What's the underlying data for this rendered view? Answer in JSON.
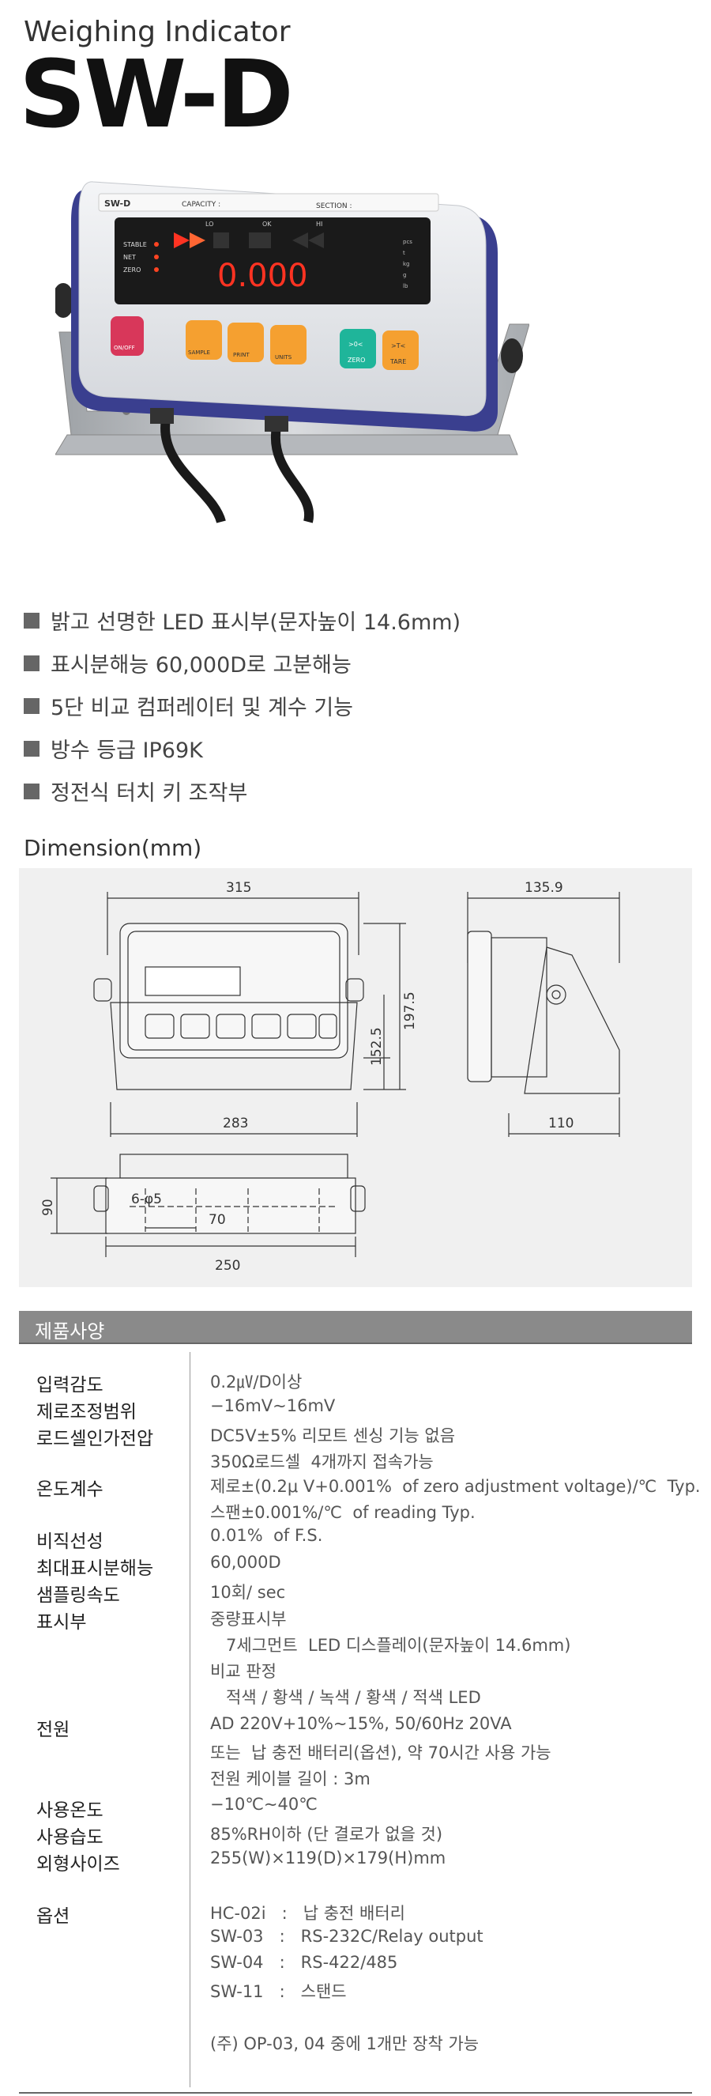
{
  "header": {
    "subtitle": "Weighing Indicator",
    "model": "SW-D"
  },
  "device": {
    "model_label": "SW-D",
    "capacity_label": "CAPACITY :",
    "section_label": "SECTION :",
    "status_labels": [
      "STABLE",
      "NET",
      "ZERO"
    ],
    "compare_labels": [
      "LO",
      "OK",
      "HI"
    ],
    "display_value": "0.000",
    "unit_labels": [
      "pcs",
      "t",
      "kg",
      "g",
      "lb"
    ],
    "keys": {
      "onoff": "ON/OFF",
      "sample": "SAMPLE",
      "print": "PRINT",
      "units": "UNITS",
      "zero_symbol": ">0<",
      "zero": "ZERO",
      "tare_symbol": ">T<",
      "tare": "TARE"
    },
    "colors": {
      "body": "#e9ebef",
      "frame": "#3a3f8f",
      "display": "#1a1a1a",
      "digits": "#ff3322",
      "onoff": "#d8375a",
      "orange": "#f5a030",
      "teal": "#1fb59a",
      "steel": "#bfc2c6"
    }
  },
  "features": [
    "밝고 선명한 LED 표시부(문자높이 14.6mm)",
    "표시분해능 60,000D로 고분해능",
    "5단 비교 컴퍼레이터 및 계수 기능",
    "방수 등급 IP69K",
    "정전식 터치 키 조작부"
  ],
  "dimension": {
    "title": "Dimension(mm)",
    "front_width": "315",
    "front_base": "283",
    "front_height_a": "152.5",
    "front_height_b": "197.5",
    "side_depth": "135.9",
    "side_base": "110",
    "bottom_depth": "90",
    "hole": "6-φ5",
    "hole_pitch": "70",
    "bottom_width": "250"
  },
  "spec": {
    "title": "제품사양",
    "rows": [
      {
        "label": "입력감도",
        "lines": [
          "0.2㎶/D이상"
        ]
      },
      {
        "label": "제로조정범위",
        "lines": [
          "−16mV∼16mV"
        ]
      },
      {
        "label": "로드셀인가전압",
        "lines": [
          "DC5V±5% 리모트 센싱 기능 없음",
          "350Ω로드셀  4개까지 접속가능"
        ]
      },
      {
        "label": "온도계수",
        "lines": [
          "제로±(0.2μ V+0.001%  of zero adjustment voltage)/℃  Typ.",
          "스팬±0.001%/℃  of reading Typ."
        ]
      },
      {
        "label": "비직선성",
        "lines": [
          "0.01%  of F.S."
        ]
      },
      {
        "label": "최대표시분해능",
        "lines": [
          "60,000D"
        ]
      },
      {
        "label": "샘플링속도",
        "lines": [
          "10회/ sec"
        ]
      },
      {
        "label": "표시부",
        "lines": [
          "중량표시부",
          "   7세그먼트  LED 디스플레이(문자높이 14.6mm)",
          "비교 판정",
          "   적색 / 황색 / 녹색 / 황색 / 적색 LED"
        ]
      },
      {
        "label": "전원",
        "lines": [
          "AD 220V+10%∼15%, 50/60Hz 20VA",
          "또는  납 충전 배터리(옵션), 약 70시간 사용 가능",
          "전원 케이블 길이 : 3m"
        ]
      },
      {
        "label": "사용온도",
        "lines": [
          "−10℃∼40℃"
        ]
      },
      {
        "label": "사용습도",
        "lines": [
          "85%RH이하 (단 결로가 없을 것)"
        ]
      },
      {
        "label": "외형사이즈",
        "lines": [
          "255(W)×119(D)×179(H)mm"
        ]
      },
      {
        "label": "옵션",
        "lines": [
          "HC-02i   :   납 충전 배터리",
          "SW-03   :   RS-232C/Relay output",
          "SW-04   :   RS-422/485",
          "SW-11   :   스탠드",
          "",
          "(주) OP-03, 04 중에 1개만 장착 가능"
        ]
      }
    ]
  }
}
